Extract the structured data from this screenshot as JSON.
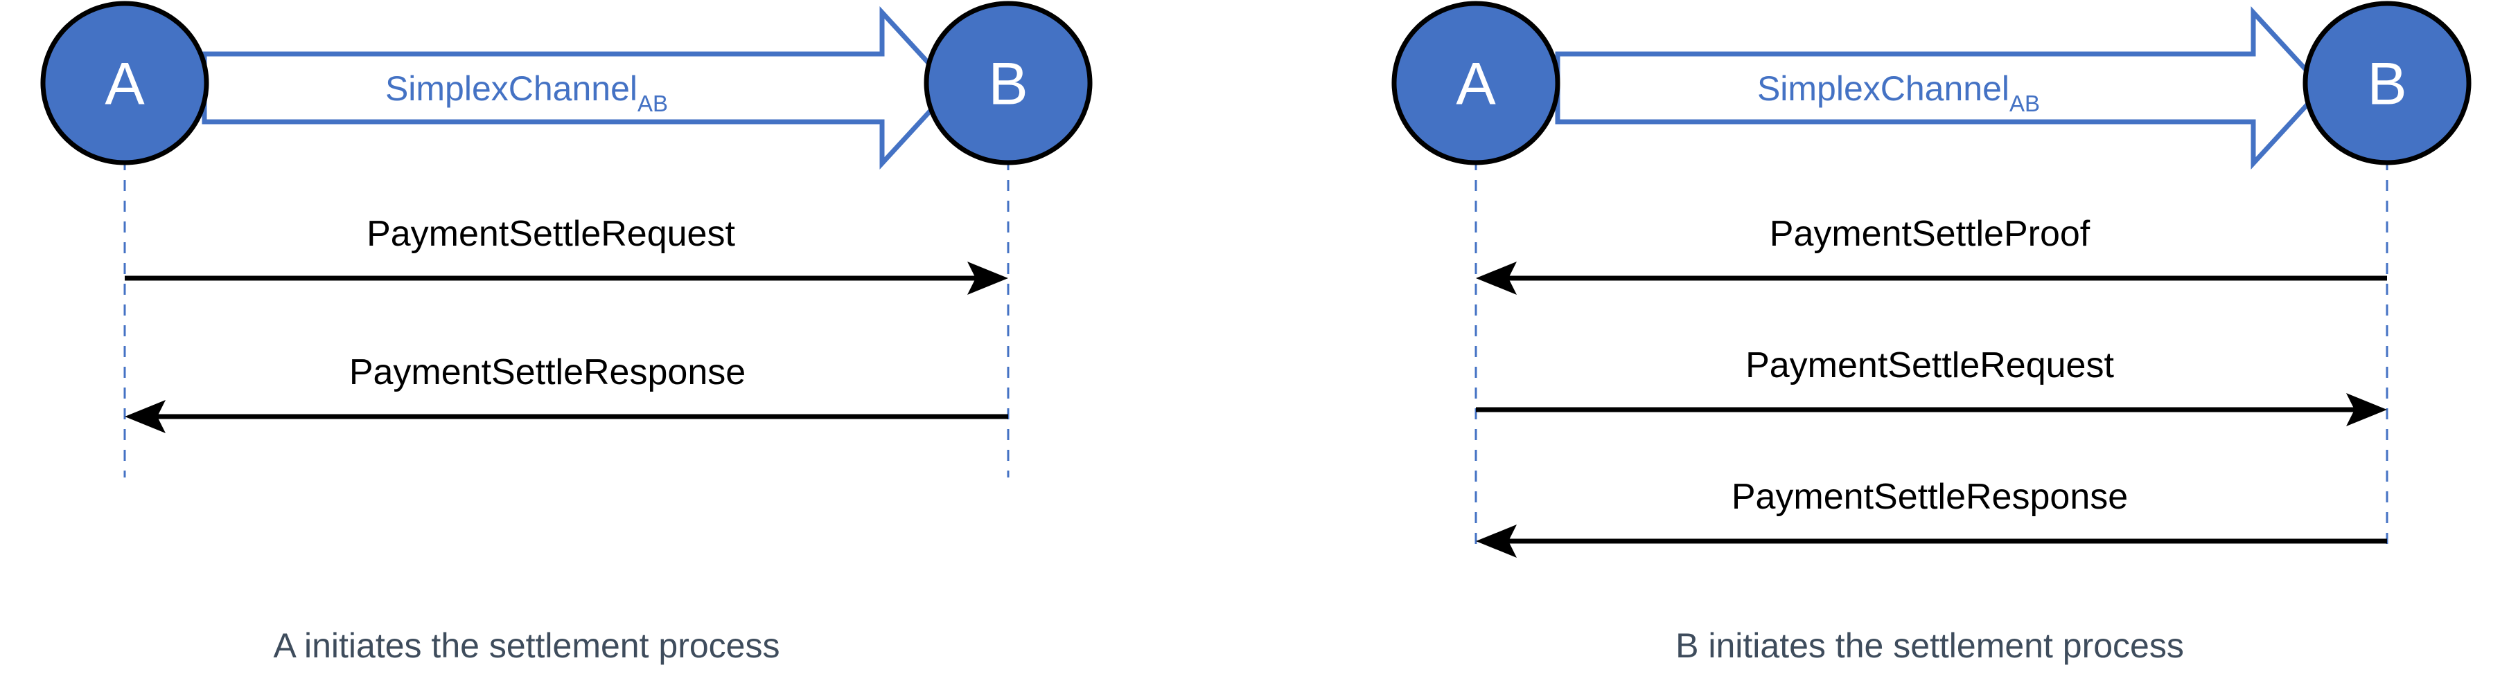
{
  "figure": {
    "background_color": "#ffffff",
    "node_fill_color": "#4472c4",
    "node_stroke_color": "#000000",
    "node_label_color": "#ffffff",
    "channel_color": "#4472c4",
    "lifeline_color": "#4472c4",
    "message_color": "#000000",
    "caption_color": "#3e4c5c"
  },
  "panels": [
    {
      "id": "left",
      "caption": "A initiates the settlement process",
      "nodes": [
        {
          "id": "A",
          "label": "A"
        },
        {
          "id": "B",
          "label": "B"
        }
      ],
      "channel": {
        "base": "SimplexChannel",
        "subscript": "AB",
        "direction": "A-to-B"
      },
      "messages": [
        {
          "label": "PaymentSettleRequest",
          "direction": "A-to-B"
        },
        {
          "label": "PaymentSettleResponse",
          "direction": "B-to-A"
        }
      ]
    },
    {
      "id": "right",
      "caption": "B initiates the settlement process",
      "nodes": [
        {
          "id": "A",
          "label": "A"
        },
        {
          "id": "B",
          "label": "B"
        }
      ],
      "channel": {
        "base": "SimplexChannel",
        "subscript": "AB",
        "direction": "A-to-B"
      },
      "messages": [
        {
          "label": "PaymentSettleProof",
          "direction": "B-to-A"
        },
        {
          "label": "PaymentSettleRequest",
          "direction": "A-to-B"
        },
        {
          "label": "PaymentSettleResponse",
          "direction": "B-to-A"
        }
      ]
    }
  ]
}
